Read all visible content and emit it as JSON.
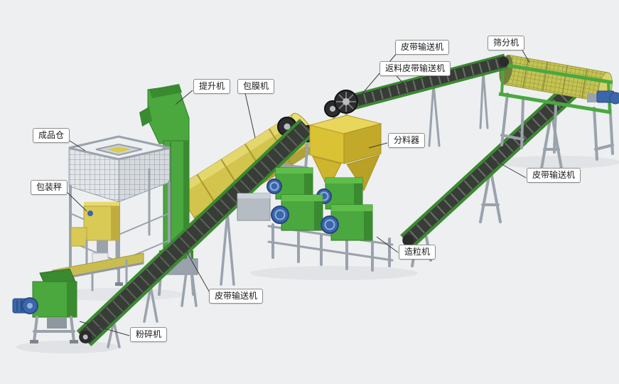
{
  "labels": [
    {
      "id": "elevator",
      "text": "提升机"
    },
    {
      "id": "coating-machine",
      "text": "包膜机"
    },
    {
      "id": "belt-conveyor-top",
      "text": "皮带输送机"
    },
    {
      "id": "return-belt-conveyor",
      "text": "返料皮带输送机"
    },
    {
      "id": "screening-machine",
      "text": "筛分机"
    },
    {
      "id": "finished-product-bin",
      "text": "成品仓"
    },
    {
      "id": "packing-scale",
      "text": "包装秤"
    },
    {
      "id": "distributor",
      "text": "分料器"
    },
    {
      "id": "belt-conveyor-right",
      "text": "皮带输送机"
    },
    {
      "id": "granulator",
      "text": "造粒机"
    },
    {
      "id": "belt-conveyor-main",
      "text": "皮带输送机"
    },
    {
      "id": "crusher",
      "text": "粉碎机"
    }
  ],
  "colors": {
    "background": "#edeff1",
    "machine_green": "#4aa83e",
    "machine_green_dark": "#3a8a30",
    "machine_yellow": "#d9ca55",
    "hopper_yellow": "#d9c233",
    "belt_dark": "#383c37",
    "steel_gray": "#9aa2ac",
    "motor_blue": "#3b66ab",
    "label_bg": "#ffffff",
    "label_border": "#8f8f8f",
    "label_text": "#1a1a1a"
  }
}
